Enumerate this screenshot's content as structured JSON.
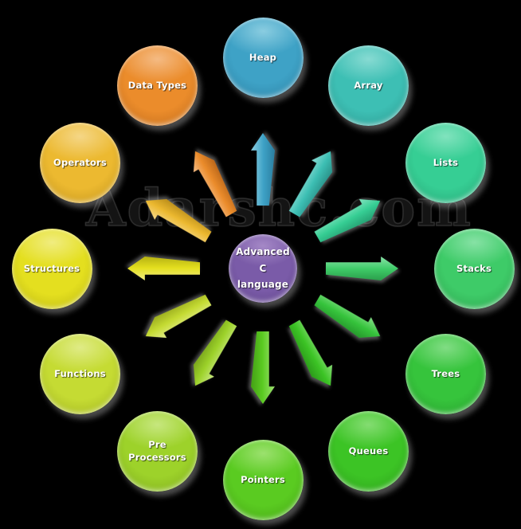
{
  "diagram": {
    "watermark": "Adarshc.com",
    "background_color": "#000000",
    "watermark_color": "#141414",
    "shadow_color": "#C8C8C8"
  },
  "center": {
    "label": "Advanced C language",
    "lines": [
      "Advanced",
      "C",
      "language"
    ],
    "base": "#7A5BA8",
    "light": "#A78BC8",
    "dark": "#5D4286",
    "text_color": "#FFFFFF"
  },
  "nodes": [
    {
      "label": "Heap",
      "base": "#3EA2C6",
      "light": "#8ECFE2",
      "dark": "#2B7EA0"
    },
    {
      "label": "Array",
      "base": "#3DBFB4",
      "light": "#8BDCD4",
      "dark": "#2B948B"
    },
    {
      "label": "Lists",
      "base": "#36CE94",
      "light": "#85E4C0",
      "dark": "#26A173"
    },
    {
      "label": "Stacks",
      "base": "#3ECB68",
      "light": "#8AE3A8",
      "dark": "#2B9E4B"
    },
    {
      "label": "Trees",
      "base": "#36C43C",
      "light": "#85DE88",
      "dark": "#26992C"
    },
    {
      "label": "Queues",
      "base": "#3CC425",
      "light": "#88DE76",
      "dark": "#2C9A1A"
    },
    {
      "label": "Pointers",
      "base": "#5ACB21",
      "light": "#9FE272",
      "dark": "#44A015"
    },
    {
      "label": "Pre Processors",
      "base": "#9DD22A",
      "light": "#C9E883",
      "dark": "#7AA61C"
    },
    {
      "label": "Functions",
      "base": "#C5DB33",
      "light": "#E1EC8B",
      "dark": "#9CAE1F"
    },
    {
      "label": "Structures",
      "base": "#E4DF1F",
      "light": "#F1ED85",
      "dark": "#B5B112"
    },
    {
      "label": "Operators",
      "base": "#ECB930",
      "light": "#F5D88B",
      "dark": "#BC8F1B"
    },
    {
      "label": "Data Types",
      "base": "#EB8C2B",
      "light": "#F5BD88",
      "dark": "#BA671A"
    }
  ]
}
